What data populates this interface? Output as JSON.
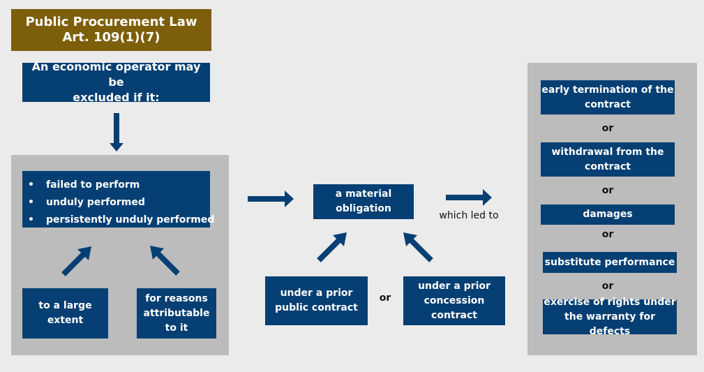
{
  "title": {
    "line1": "Public Procurement Law",
    "line2": "Art. 109(1)(7)"
  },
  "intro": {
    "line1": "An economic operator may be",
    "line2": "excluded if it:"
  },
  "conduct_list": [
    "failed to perform",
    "unduly performed",
    "persistently unduly performed"
  ],
  "qualifiers": {
    "large_extent": {
      "line1": "to a large",
      "line2": "extent"
    },
    "attributable": {
      "line1": "for reasons",
      "line2": "attributable",
      "line3": "to it"
    }
  },
  "obligation": {
    "line1": "a material",
    "line2": "obligation"
  },
  "contracts": {
    "public": {
      "line1": "under a prior",
      "line2": "public contract"
    },
    "connector": "or",
    "concession": {
      "line1": "under a prior",
      "line2": "concession",
      "line3": "contract"
    }
  },
  "led_to": "which led to",
  "consequences": [
    {
      "line1": "early termination of the",
      "line2": "contract"
    },
    {
      "line1": "withdrawal from the",
      "line2": "contract"
    },
    {
      "line1": "damages"
    },
    {
      "line1": "substitute performance"
    },
    {
      "line1": "exercise of rights under",
      "line2": "the warranty for defects"
    }
  ],
  "consequence_connectors": [
    "or",
    "or",
    "or",
    "or"
  ],
  "colors": {
    "title_bg": "#7d5e0a",
    "box_bg": "#063f73",
    "panel_bg": "#bcbcbc",
    "page_bg": "#ebebeb"
  }
}
